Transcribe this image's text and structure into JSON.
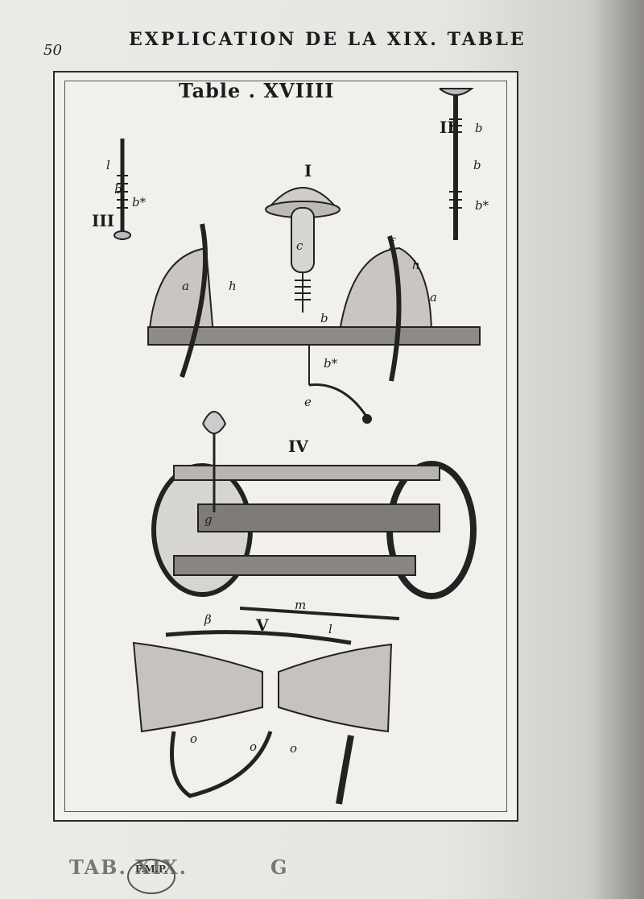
{
  "header": {
    "page_number": "50",
    "running_head": "EXPLICATION DE LA XIX. TABLE"
  },
  "plate": {
    "title": "Table . XVIIII",
    "figures": [
      "I",
      "II",
      "III",
      "IV",
      "V"
    ],
    "letters": [
      "a",
      "a",
      "h",
      "h",
      "b",
      "b*",
      "b*",
      "b",
      "e",
      "f",
      "c",
      "g",
      "l",
      "m",
      "β",
      "o",
      "o",
      "o",
      "b*",
      "b",
      "l",
      "b"
    ]
  },
  "footer": {
    "signature": "TAB. XIX.",
    "sig_letter": "G",
    "stamp_text": "F.M.P."
  },
  "colors": {
    "ink": "#1c1c1c",
    "paper": "#ecebe8"
  }
}
